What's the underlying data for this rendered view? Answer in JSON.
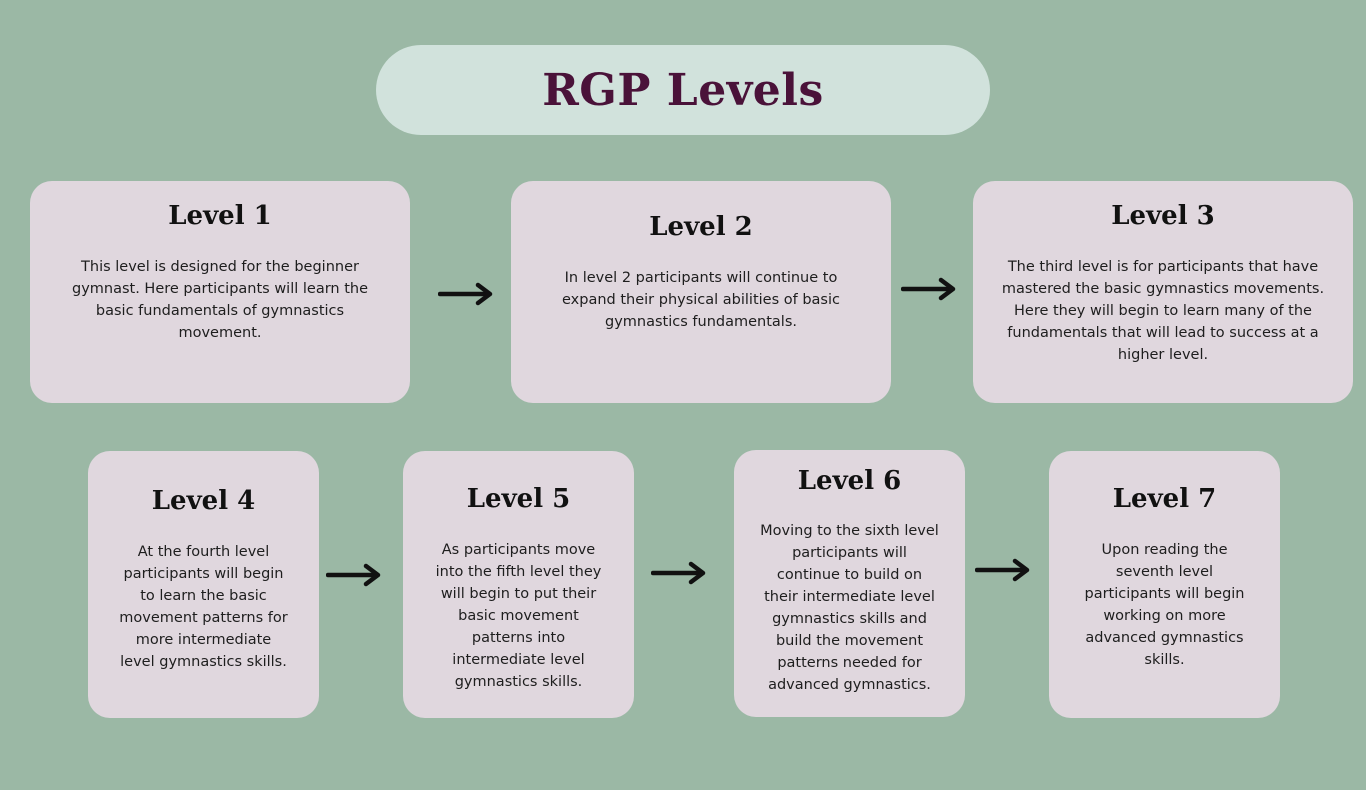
{
  "title": "RGP Levels",
  "levels": [
    {
      "title": "Level 1",
      "lines": [
        "This level is designed for the beginner",
        "gymnast. Here participants will learn the",
        "basic fundamentals of gymnastics",
        "movement."
      ]
    },
    {
      "title": "Level 2",
      "lines": [
        "In level 2 participants will continue to",
        "expand their physical abilities of basic",
        "gymnastics fundamentals."
      ]
    },
    {
      "title": "Level 3",
      "lines": [
        "The third level is for participants that have",
        "mastered the basic gymnastics movements.",
        "Here they will begin to learn many of the",
        "fundamentals that will lead to success at a",
        "higher level."
      ]
    },
    {
      "title": "Level 4",
      "lines": [
        "At the fourth level",
        "participants will begin",
        "to learn the basic",
        "movement patterns for",
        "more intermediate",
        "level gymnastics skills."
      ]
    },
    {
      "title": "Level 5",
      "lines": [
        "As participants move",
        "into the fifth level they",
        "will begin to put  their",
        "basic movement",
        "patterns into",
        "intermediate level",
        "gymnastics skills."
      ]
    },
    {
      "title": "Level 6",
      "lines": [
        "Moving to the sixth level",
        "participants will",
        "continue to build  on",
        "their intermediate level",
        "gymnastics skills and",
        "build the movement",
        "patterns needed for",
        "advanced gymnastics."
      ]
    },
    {
      "title": "Level 7",
      "lines": [
        "Upon reading the",
        "seventh level",
        "participants will begin",
        "working on more",
        "advanced gymnastics",
        "skills."
      ]
    }
  ],
  "icons": {
    "arrow": "arrow-right-icon"
  },
  "colors": {
    "background": "#9bb8a5",
    "title_pill": "#d1e2dc",
    "title_text": "#4a1239",
    "card": "#e0d7de"
  }
}
